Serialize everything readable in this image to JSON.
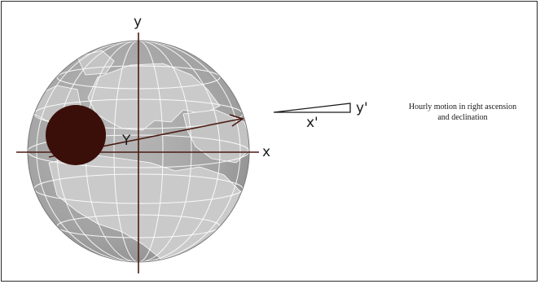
{
  "diagram": {
    "labels": {
      "y_axis": "y",
      "x_axis": "x",
      "point": "Y",
      "small_x": "x'",
      "small_y": "y'"
    },
    "caption": {
      "line1": "Hourly motion in right ascension",
      "line2": "and declination"
    },
    "colors": {
      "globe_ocean": "#a9a9a9",
      "globe_land": "#c9c9c9",
      "grid_lines": "#ffffff",
      "sun_disk": "#3a0e09",
      "axis_lines": "#4a1a12",
      "frame": "#2b2b2b"
    }
  }
}
